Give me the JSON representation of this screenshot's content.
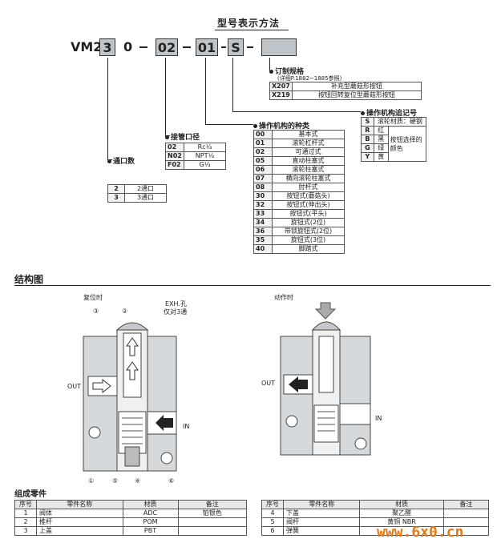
{
  "title": "型号表示方法",
  "model": {
    "prefix": "VM2",
    "box1": "3",
    "zero": "0",
    "box2": "02",
    "box3": "01",
    "box4": "S",
    "box5": ""
  },
  "ports": {
    "heading": "通口数",
    "rows": [
      {
        "code": "2",
        "desc": "2通口"
      },
      {
        "code": "3",
        "desc": "3通口"
      }
    ]
  },
  "port_size": {
    "heading": "接管口径",
    "rows": [
      {
        "code": "02",
        "desc": "Rc¹⁄₄"
      },
      {
        "code": "N02",
        "desc": "NPT¹⁄₄"
      },
      {
        "code": "F02",
        "desc": "G¹⁄₄"
      }
    ]
  },
  "actuator": {
    "heading": "操作机构的种类",
    "rows": [
      {
        "code": "00",
        "desc": "基本式"
      },
      {
        "code": "01",
        "desc": "滚轮杠杆式"
      },
      {
        "code": "02",
        "desc": "可通过式"
      },
      {
        "code": "05",
        "desc": "直动柱塞式"
      },
      {
        "code": "06",
        "desc": "滚轮柱塞式"
      },
      {
        "code": "07",
        "desc": "横向滚轮柱塞式"
      },
      {
        "code": "08",
        "desc": "肘杆式"
      },
      {
        "code": "30",
        "desc": "按钮式(蘑菇头)"
      },
      {
        "code": "32",
        "desc": "按钮式(伸出头)"
      },
      {
        "code": "33",
        "desc": "按钮式(平头)"
      },
      {
        "code": "34",
        "desc": "旋钮式(2位)"
      },
      {
        "code": "36",
        "desc": "带锁旋钮式(2位)"
      },
      {
        "code": "35",
        "desc": "旋钮式(3位)"
      },
      {
        "code": "40",
        "desc": "脚踏式"
      }
    ]
  },
  "suffix": {
    "heading": "操作机构追记号",
    "s_code": "S",
    "s_desc": "滚轮材质：硬钢",
    "colors": [
      {
        "code": "R",
        "desc": "红"
      },
      {
        "code": "B",
        "desc": "黑"
      },
      {
        "code": "G",
        "desc": "绿"
      },
      {
        "code": "Y",
        "desc": "黄"
      }
    ],
    "color_note": "按钮选择的颜色"
  },
  "custom": {
    "heading": "订制规格",
    "note": "(详细P.1882~1885参照)",
    "rows": [
      {
        "code": "X207",
        "desc": "补充型蘑菇形按钮"
      },
      {
        "code": "X219",
        "desc": "按钮回转复位型蘑菇形按钮"
      }
    ]
  },
  "structure": {
    "title": "结构图",
    "reset_label": "复位时",
    "active_label": "动作时",
    "exh_label": "EXH.孔",
    "exh_note": "仅对3通",
    "out_label": "OUT",
    "in_label": "IN",
    "callouts": [
      "①",
      "②",
      "③",
      "④",
      "⑤",
      "⑥"
    ]
  },
  "parts": {
    "title": "组成零件",
    "headers": [
      "序号",
      "零件名称",
      "材质",
      "备注"
    ],
    "left": [
      {
        "no": "1",
        "name": "阀体",
        "material": "ADC",
        "note": "铂银色"
      },
      {
        "no": "2",
        "name": "推杆",
        "material": "POM",
        "note": ""
      },
      {
        "no": "3",
        "name": "上盖",
        "material": "PBT",
        "note": ""
      }
    ],
    "right": [
      {
        "no": "4",
        "name": "下盖",
        "material": "聚乙醛",
        "note": ""
      },
      {
        "no": "5",
        "name": "阀杆",
        "material": "黄铜 NBR",
        "note": ""
      },
      {
        "no": "6",
        "name": "弹簧",
        "material": "",
        "note": ""
      }
    ]
  },
  "watermark": "www.6x0.cn"
}
